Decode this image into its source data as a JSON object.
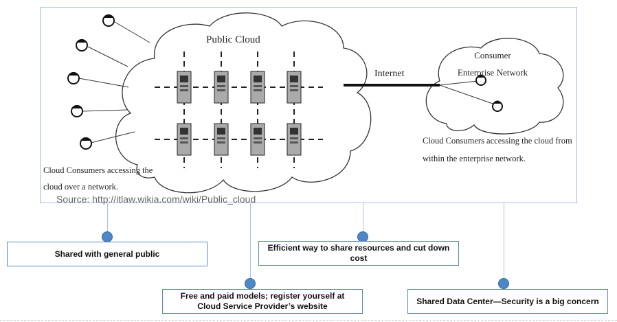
{
  "diagram": {
    "public_cloud_label": "Public Cloud",
    "internet_label": "Internet",
    "enterprise_label": "Consumer Enterprise Network",
    "left_caption": "Cloud Consumers accessing the cloud over a network.",
    "right_caption": "Cloud Consumers accessing the cloud from within the enterprise network.",
    "source": "Source: http://itlaw.wikia.com/wiki/Public_cloud"
  },
  "callouts": [
    {
      "text": "Shared with general public"
    },
    {
      "text": "Efficient way to share resources and cut down cost"
    },
    {
      "text": "Free and paid models; register yourself at Cloud Service Provider’s website"
    },
    {
      "text": "Shared Data Center—Security is a big concern"
    }
  ],
  "colors": {
    "frame": "#9fbfe0",
    "box_border": "#5b87c0",
    "dot": "#4f86c6",
    "connector": "#a8c3e0"
  }
}
